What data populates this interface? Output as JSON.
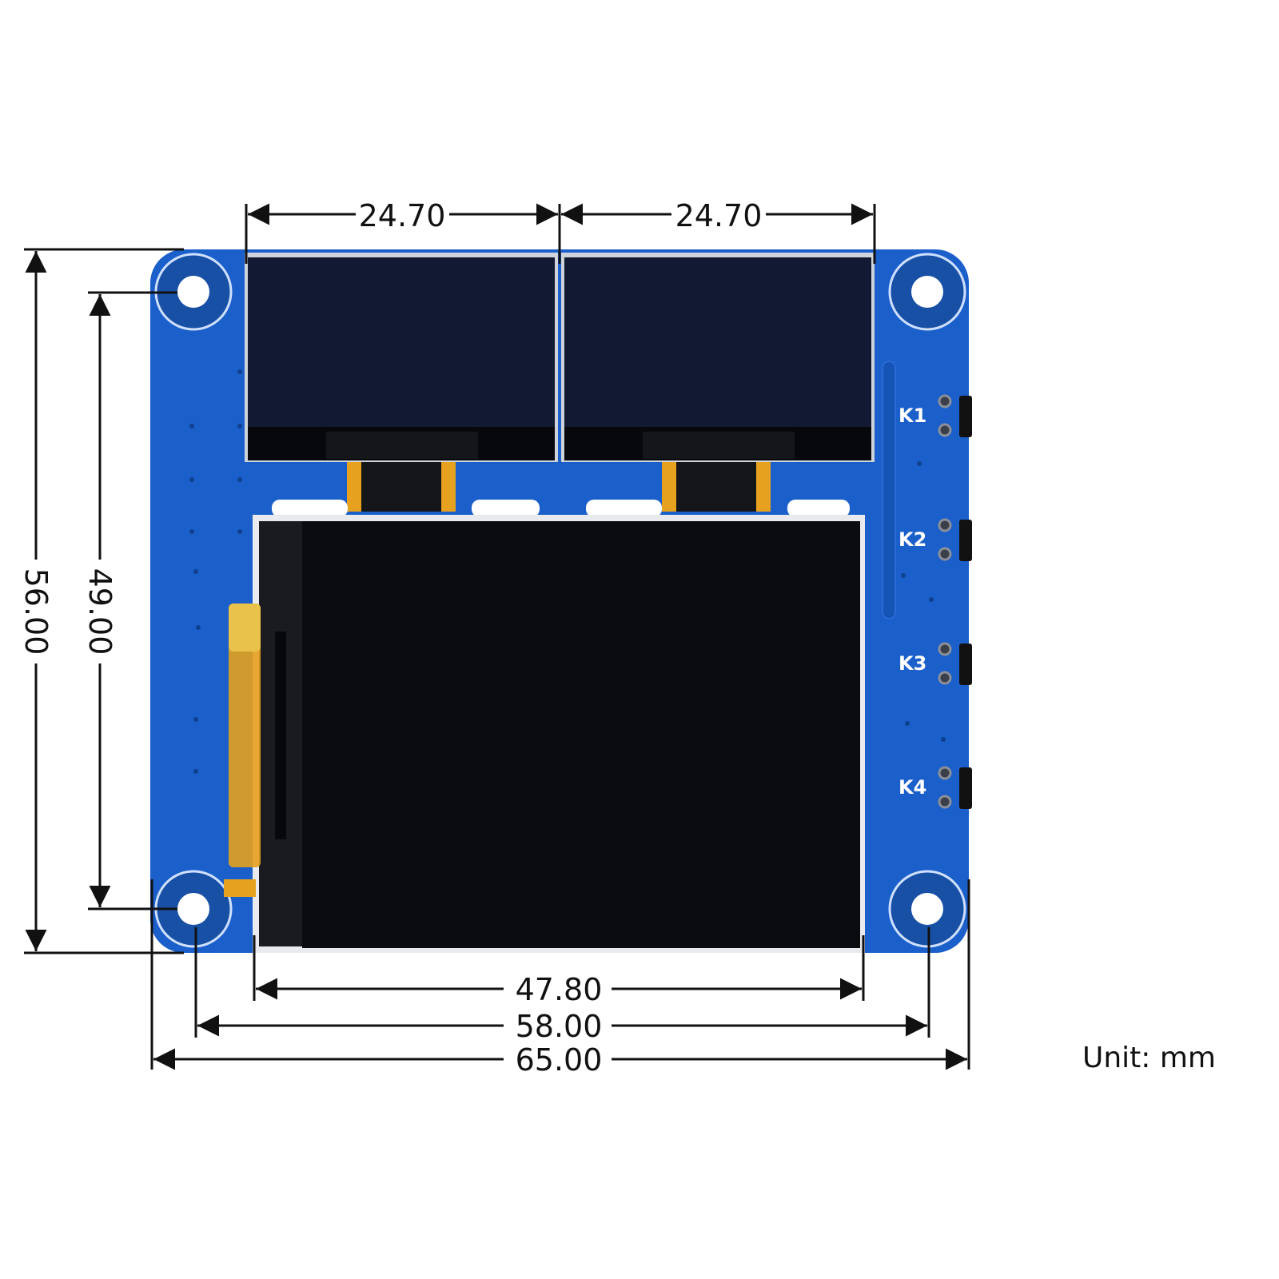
{
  "dimensions": {
    "oled_left_width": "24.70",
    "oled_right_width": "24.70",
    "board_height": "56.00",
    "hole_spacing_vertical": "49.00",
    "lcd_width": "47.80",
    "hole_spacing_horizontal": "58.00",
    "board_width": "65.00"
  },
  "unit_label": "Unit: mm",
  "buttons": [
    {
      "label": "K1"
    },
    {
      "label": "K2"
    },
    {
      "label": "K3"
    },
    {
      "label": "K4"
    }
  ],
  "colors": {
    "pcb": "#1b5fcb",
    "oled_screen": "#121a33",
    "lcd_screen": "#0b0c10",
    "flex_cable": "#e6a11e"
  }
}
